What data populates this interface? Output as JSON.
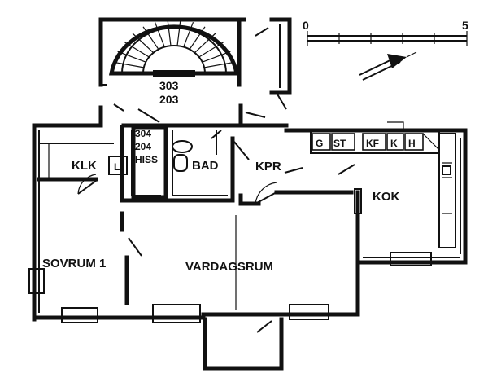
{
  "scale": {
    "start_label": "0",
    "end_label": "5"
  },
  "stair": {
    "upper": "303",
    "lower": "203"
  },
  "lift": {
    "top": "304",
    "middle": "204",
    "bottom": "HISS"
  },
  "rooms": {
    "klk": "KLK",
    "l": "L",
    "bad": "BAD",
    "kpr": "KPR",
    "kok": "KOK",
    "sovrum": "SOVRUM 1",
    "vardagsrum": "VARDAGSRUM"
  },
  "kitchen_units": [
    "G",
    "ST",
    "KF",
    "K",
    "H"
  ]
}
